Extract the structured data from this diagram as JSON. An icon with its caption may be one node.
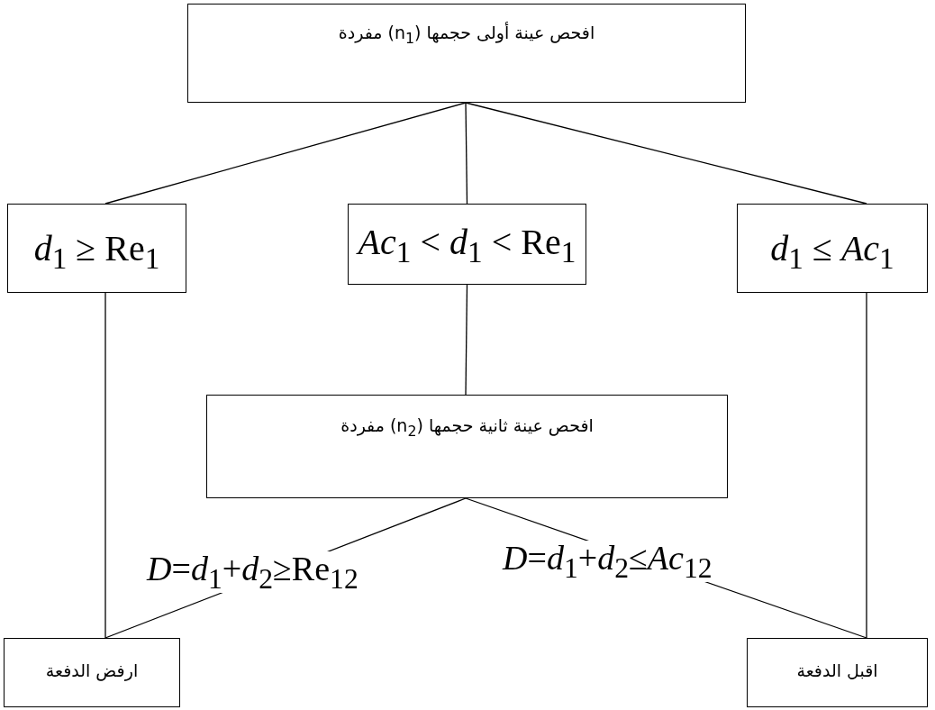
{
  "diagram": {
    "nodes": [
      {
        "text": [
          "افحص عينة أولى حجمها (n$_{1}$) مفردة"
        ]
      },
      {
        "text": [
          "*d*$_{1}$ ≥ Re$_{1}$"
        ]
      },
      {
        "text": [
          "*Ac*$_{1}$ < *d*$_{1}$ < Re$_{1}$"
        ]
      },
      {
        "text": [
          "*d*$_{1}$ ≤ *Ac*$_{1}$"
        ]
      },
      {
        "text": [
          "افحص عينة ثانية حجمها (n$_{2}$) مفردة"
        ]
      },
      {
        "text": [
          "ارفض الدفعة"
        ]
      },
      {
        "text": [
          "اقبل الدفعة"
        ]
      }
    ],
    "edges": [
      {
        "from": 0,
        "to": 1,
        "arrow": "none"
      },
      {
        "from": 0,
        "to": 2,
        "arrow": "none"
      },
      {
        "from": 0,
        "to": 3,
        "arrow": "none"
      },
      {
        "from": 2,
        "to": 4,
        "arrow": "none"
      },
      {
        "from": 1,
        "to": 5,
        "arrow": "none"
      },
      {
        "from": 3,
        "to": 6,
        "arrow": "none"
      },
      {
        "from": 4,
        "to": 5,
        "arrow": "none",
        "label": "*D*=*d*$_{1}$+*d*$_{2}$≥Re$_{12}$"
      },
      {
        "from": 4,
        "to": 6,
        "arrow": "none",
        "label": "*D*=*d*$_{1}$+*d*$_{2}$≤*Ac*$_{12}$"
      }
    ]
  }
}
